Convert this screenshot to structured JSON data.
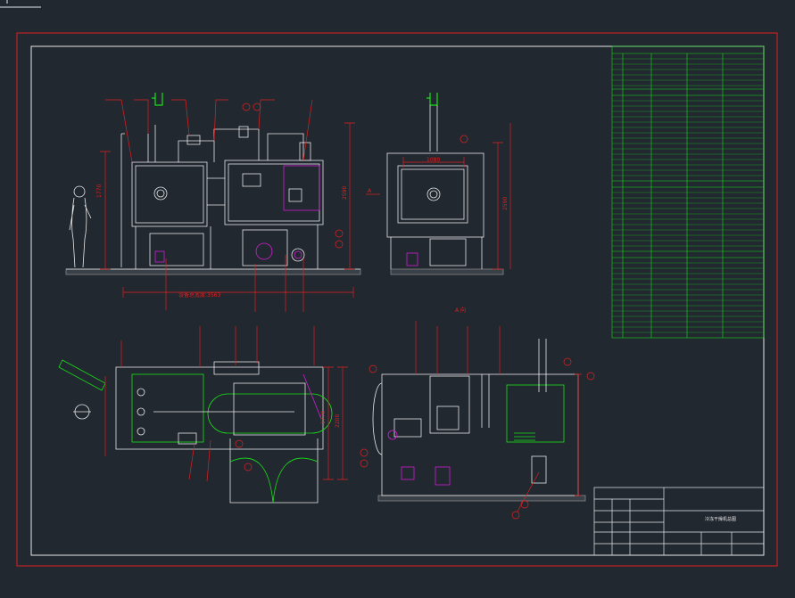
{
  "drawing": {
    "background": "#212830",
    "frame_color": "#e02020",
    "table_color": "#19e019",
    "line_color": "#e8e8e8",
    "accent_magenta": "#d020d0",
    "accent_yellow": "#e0e020"
  },
  "views": {
    "section_marker": "A",
    "view_title": "A 向",
    "front_dim_total": "设备总宽度:3563",
    "side_dim_width": "1080",
    "plan_dim_depth": "1770",
    "plan_dim_2": "2200"
  },
  "title_block": {
    "drawing_name": "冷冻干燥机总图"
  }
}
